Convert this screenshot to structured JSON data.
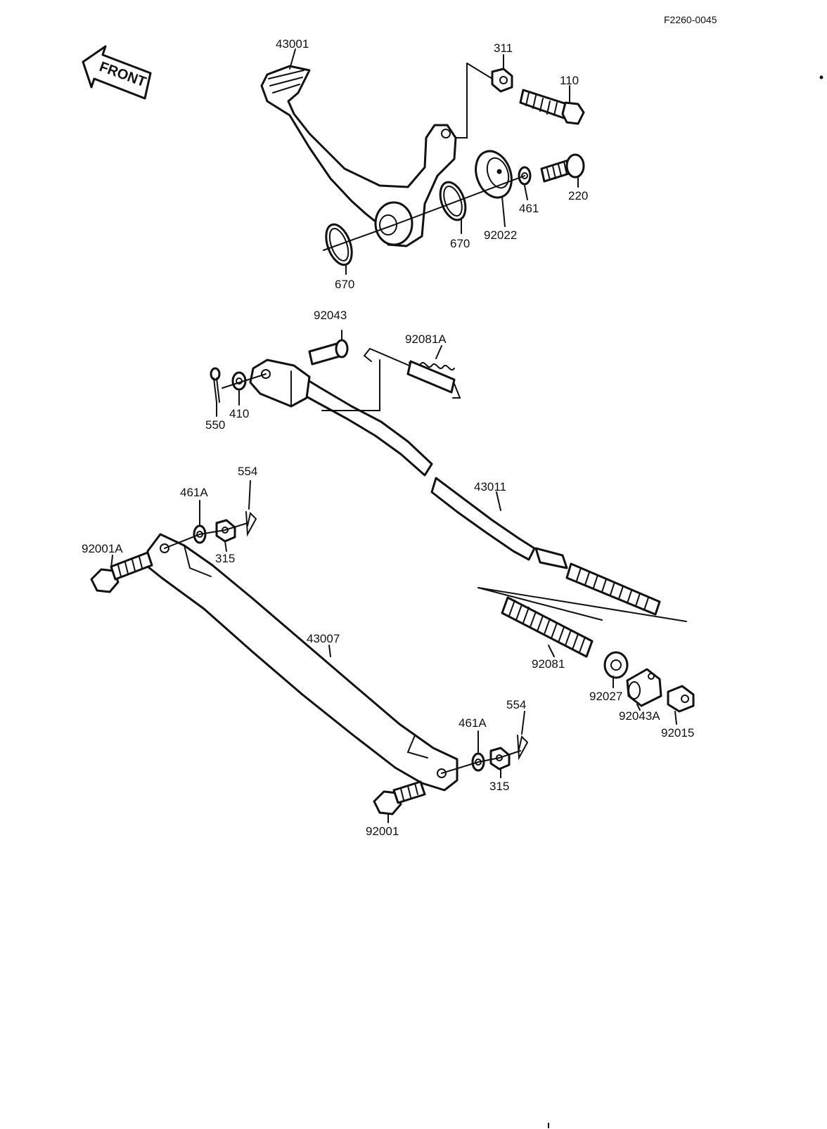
{
  "diagram": {
    "code": "F2260-0045",
    "front_label": "FRONT",
    "parts": {
      "p43001": "43001",
      "p311": "311",
      "p110": "110",
      "p220": "220",
      "p461": "461",
      "p92022": "92022",
      "p670a": "670",
      "p670b": "670",
      "p92043": "92043",
      "p92081A": "92081A",
      "p550": "550",
      "p410": "410",
      "p554a": "554",
      "p461Aa": "461A",
      "p92001A": "92001A",
      "p315a": "315",
      "p43011": "43011",
      "p43007": "43007",
      "p92081": "92081",
      "p92027": "92027",
      "p92043A": "92043A",
      "p92015": "92015",
      "p461Ab": "461A",
      "p554b": "554",
      "p315b": "315",
      "p92001": "92001"
    }
  }
}
